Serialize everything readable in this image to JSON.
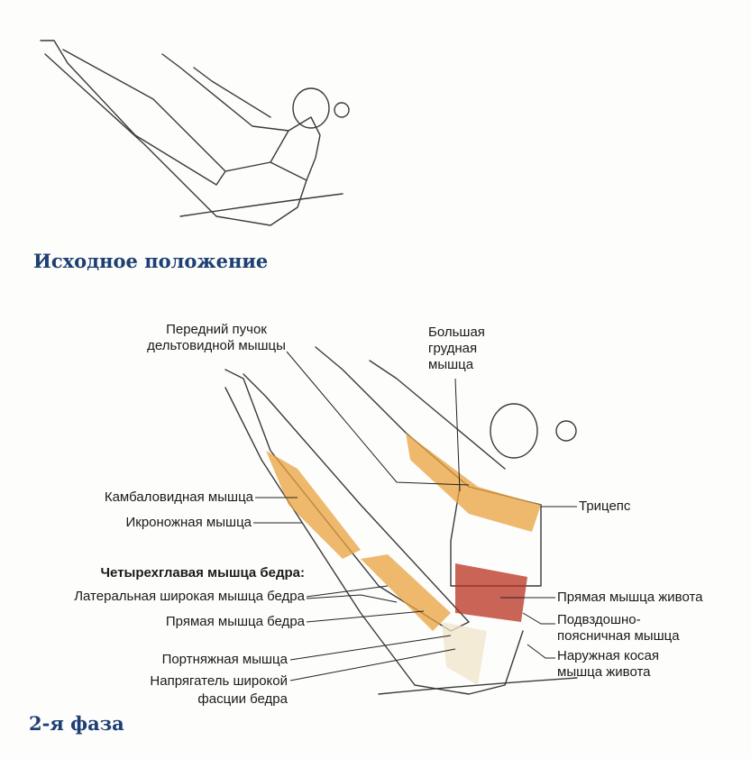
{
  "headings": {
    "start_position": "Исходное положение",
    "phase_two": "2-я фаза"
  },
  "labels": {
    "anterior_deltoid": [
      "Передний пучок",
      "дельтовидной мышцы"
    ],
    "pectoralis_major": [
      "Большая",
      "грудная",
      "мышца"
    ],
    "soleus": "Камбаловидная мышца",
    "gastrocnemius": "Икроножная мышца",
    "quadriceps_title": "Четырехглавая мышца бедра:",
    "vastus_lateralis": "Латеральная широкая мышца бедра",
    "rectus_femoris": "Прямая мышца бедра",
    "sartorius": "Портняжная мышца",
    "tensor_fasciae_latae": [
      "Напрягатель широкой",
      "фасции бедра"
    ],
    "triceps": "Трицепс",
    "rectus_abdominis": "Прямая мышца живота",
    "iliopsoas": [
      "Подвздошно-",
      "поясничная мышца"
    ],
    "external_oblique": [
      "Наружная косая",
      "мышца живота"
    ]
  },
  "colors": {
    "heading": "#1d3f73",
    "muscle_orange": "#e9a23e",
    "muscle_red": "#b8321f"
  }
}
